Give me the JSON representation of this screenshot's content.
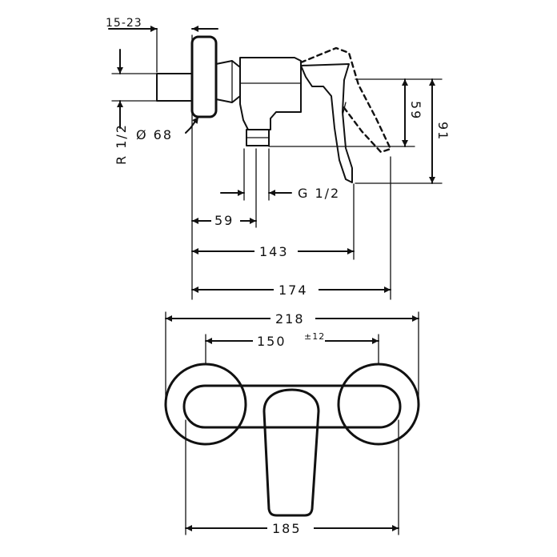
{
  "dimensions": {
    "a1": "15-23",
    "a2": "R 1/2",
    "a3": "Ø 68",
    "a4": "59",
    "a5": "91",
    "a6": "G 1/2",
    "a7": "59",
    "a8": "143",
    "a9": "174",
    "a10": "218",
    "a11": "150",
    "a11_tol": "±12",
    "a12": "185"
  }
}
